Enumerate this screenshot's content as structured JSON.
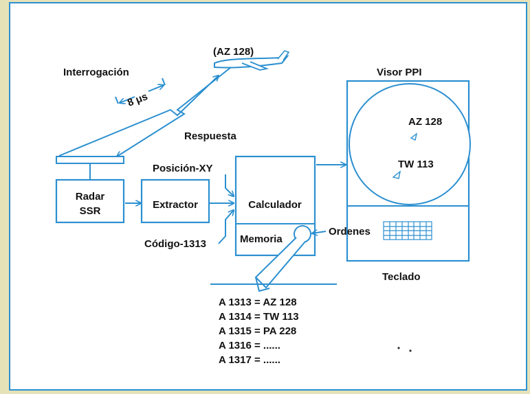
{
  "labels": {
    "aircraft": "(AZ 128)",
    "interrogation": "Interrogación",
    "pulse_spacing": "8 μs",
    "response": "Respuesta",
    "radar_line1": "Radar",
    "radar_line2": "SSR",
    "extractor": "Extractor",
    "position": "Posición-XY",
    "code": "Código-1313",
    "calculator": "Calculador",
    "memory": "Memoria",
    "display_title": "Visor PPI",
    "target1": "AZ 128",
    "target2": "TW 113",
    "orders": "Ordenes",
    "keyboard": "Teclado"
  },
  "memory_table": [
    "A 1313 = AZ 128",
    "A 1314 = TW 113",
    "A 1315 = PA 228",
    "A 1316 = ......",
    "A 1317 = ......"
  ],
  "colors": {
    "line": "#2b8fd0",
    "background": "#ffffff",
    "frame": "#e6e2b8"
  }
}
